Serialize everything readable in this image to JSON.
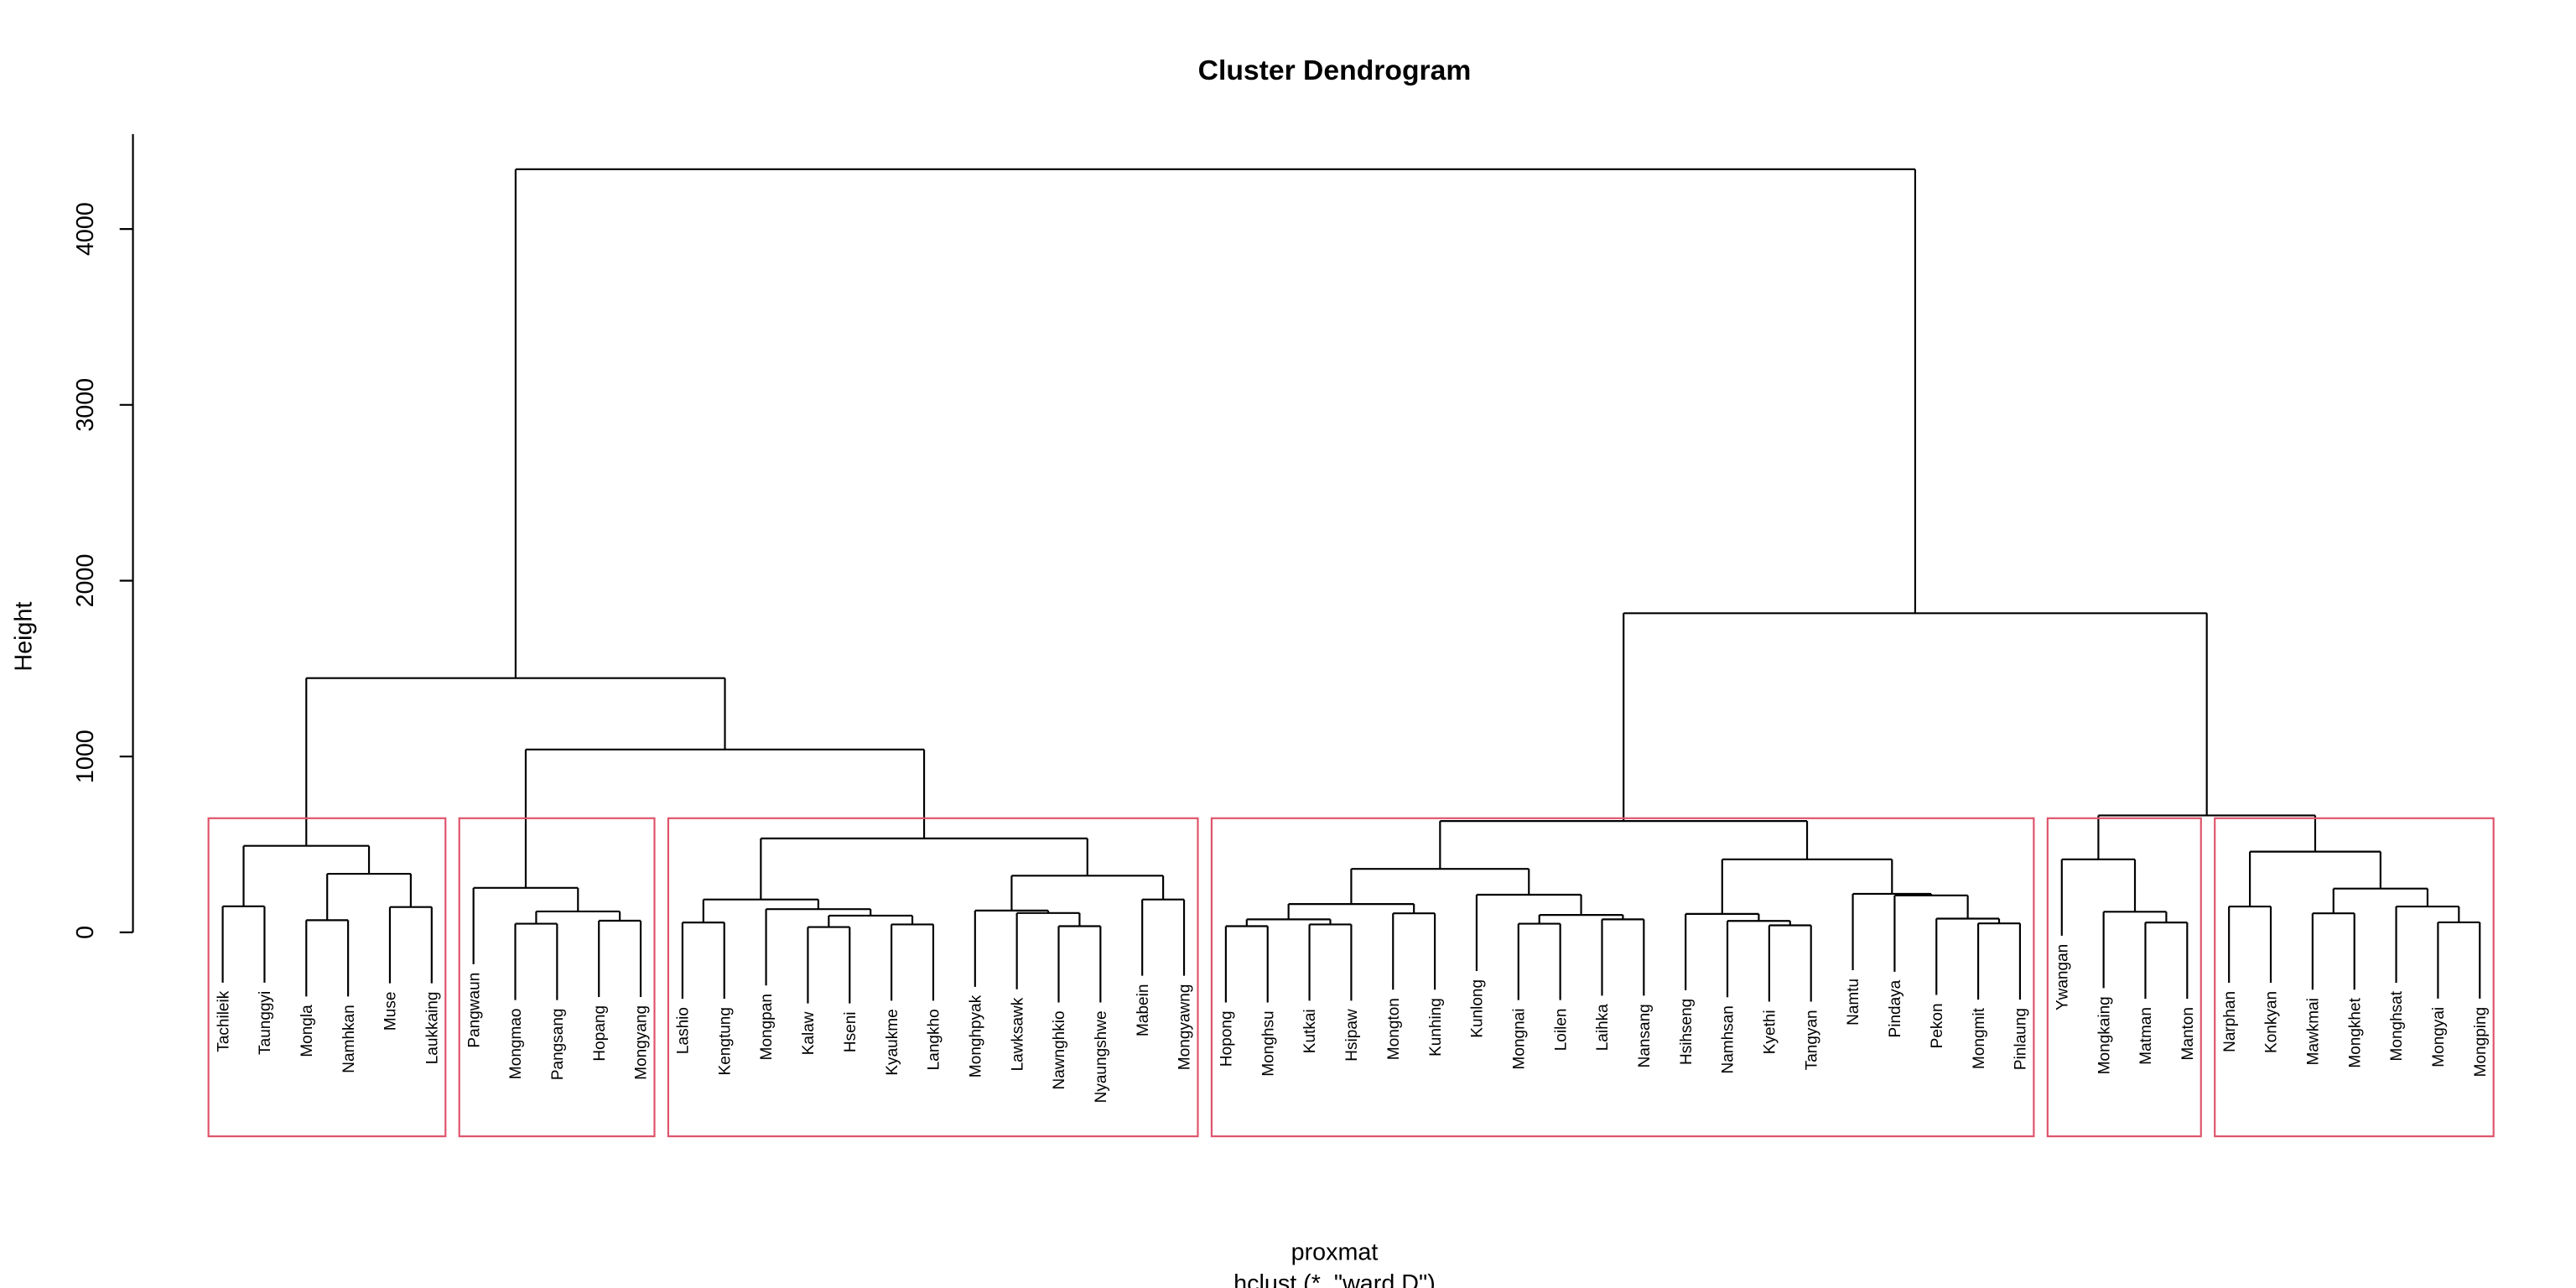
{
  "chart_data": {
    "type": "dendrogram",
    "title": "Cluster Dendrogram",
    "xlabel": "proxmat",
    "sub": "hclust (*, \"ward.D\")",
    "ylabel": "Height",
    "yticks": [
      0,
      1000,
      2000,
      3000,
      4000
    ],
    "ylim": [
      -1160,
      4540
    ],
    "hang": 434,
    "rect_k": 6,
    "rect_color": "#DF536B",
    "tree": [
      4340,
      [
        1446,
        [
          492,
          [
            148,
            "Tachileik",
            "Taunggyi"
          ],
          [
            333,
            [
              69,
              "Mongla",
              "Namhkan"
            ],
            [
              144,
              "Muse",
              "Laukkaing"
            ]
          ]
        ],
        [
          1040,
          [
            253,
            "Pangwaun",
            [
              119,
              [
                49,
                "Mongmao",
                "Pangsang"
              ],
              [
                66,
                "Hopang",
                "Mongyang"
              ]
            ]
          ],
          [
            534,
            [
              187,
              [
                56,
                "Lashio",
                "Kengtung"
              ],
              [
                132,
                "Mongpan",
                [
                  95,
                  [
                    30,
                    "Kalaw",
                    "Hseni"
                  ],
                  [
                    45,
                    "Kyaukme",
                    "Langkho"
                  ]
                ]
              ]
            ],
            [
              322,
              [
                124,
                "Monghpyak",
                [
                  110,
                  "Lawksawk",
                  [
                    35,
                    "Nawnghkio",
                    "Nyaungshwe"
                  ]
                ]
              ],
              [
                187,
                "Mabein",
                "Mongyawng"
              ]
            ]
          ]
        ]
      ],
      [
        1815,
        [
          633,
          [
            361,
            [
              161,
              [
                74,
                [
                  35,
                  "Hopong",
                  "Monghsu"
                ],
                [
                  45,
                  "Kutkai",
                  "Hsipaw"
                ]
              ],
              [
                108,
                "Mongton",
                "Kunhing"
              ]
            ],
            [
              214,
              "Kunlong",
              [
                99,
                [
                  49,
                  "Mongnai",
                  "Loilen"
                ],
                [
                  74,
                  "Laihka",
                  "Nansang"
                ]
              ]
            ]
          ],
          [
            415,
            [
              105,
              "Hsihseng",
              [
                65,
                "Namhsan",
                [
                  40,
                  "Kyethi",
                  "Tangyan"
                ]
              ]
            ],
            [
              219,
              "Namtu",
              [
                210,
                "Pindaya",
                [
                  78,
                  "Pekon",
                  [
                    51,
                    "Mongmit",
                    "Pinlaung"
                  ]
                ]
              ]
            ]
          ]
        ],
        [
          665,
          [
            415,
            "Ywangan",
            [
              117,
              "Mongkaing",
              [
                56,
                "Matman",
                "Manton"
              ]
            ]
          ],
          [
            459,
            [
              147,
              "Narphan",
              "Konkyan"
            ],
            [
              249,
              [
                108,
                "Mawkmai",
                "Mongkhet"
              ],
              [
                147,
                "Monghsat",
                [
                  57,
                  "Mongyai",
                  "Mongping"
                ]
              ]
            ]
          ]
        ]
      ]
    ]
  }
}
